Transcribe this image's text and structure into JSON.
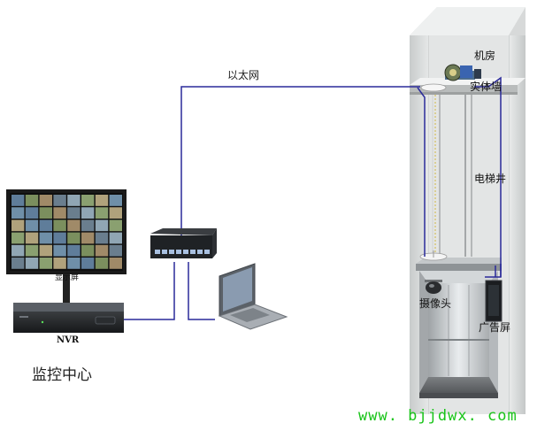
{
  "labels": {
    "ethernet": "以太网",
    "machine_room": "机房",
    "solid_wall": "实体墙",
    "elevator_shaft": "电梯井",
    "camera": "摄像头",
    "ad_screen": "广告屏",
    "monitor": "显示屏",
    "nvr": "NVR",
    "monitoring_center": "监控中心",
    "website": "www. bjjdwx. com"
  },
  "colors": {
    "cable": "#2a2a9a",
    "shaft_wall": "#d9dbdb",
    "website_text": "#19c419"
  }
}
